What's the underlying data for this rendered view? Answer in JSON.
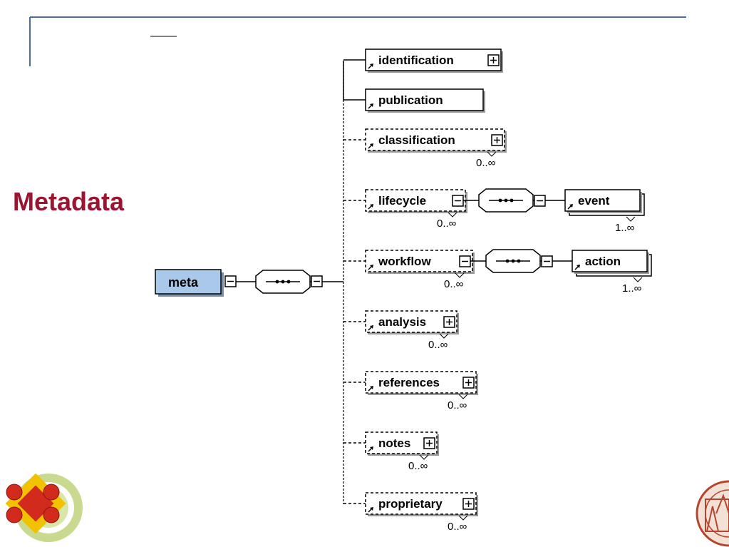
{
  "slide": {
    "title": "Metadata"
  },
  "diagram": {
    "root": "meta",
    "children": [
      {
        "name": "identification",
        "optional": false,
        "expandable": true,
        "cardinality": ""
      },
      {
        "name": "publication",
        "optional": false,
        "expandable": false,
        "cardinality": ""
      },
      {
        "name": "classification",
        "optional": true,
        "expandable": true,
        "cardinality": "0..∞"
      },
      {
        "name": "lifecycle",
        "optional": true,
        "expandable": false,
        "cardinality": "0..∞",
        "child": {
          "name": "event",
          "cardinality": "1..∞"
        }
      },
      {
        "name": "workflow",
        "optional": true,
        "expandable": false,
        "cardinality": "0..∞",
        "child": {
          "name": "action",
          "cardinality": "1..∞"
        }
      },
      {
        "name": "analysis",
        "optional": true,
        "expandable": true,
        "cardinality": "0..∞"
      },
      {
        "name": "references",
        "optional": true,
        "expandable": true,
        "cardinality": "0..∞"
      },
      {
        "name": "notes",
        "optional": true,
        "expandable": true,
        "cardinality": "0..∞"
      },
      {
        "name": "proprietary",
        "optional": true,
        "expandable": true,
        "cardinality": "0..∞"
      }
    ]
  },
  "colors": {
    "title": "#9b1430",
    "root_fill": "#a9c8ea",
    "frame_line": "#4a6aa8"
  },
  "icons": {
    "left_logo": "red-cross-puzzle-logo",
    "right_logo": "university-seal-logo"
  }
}
